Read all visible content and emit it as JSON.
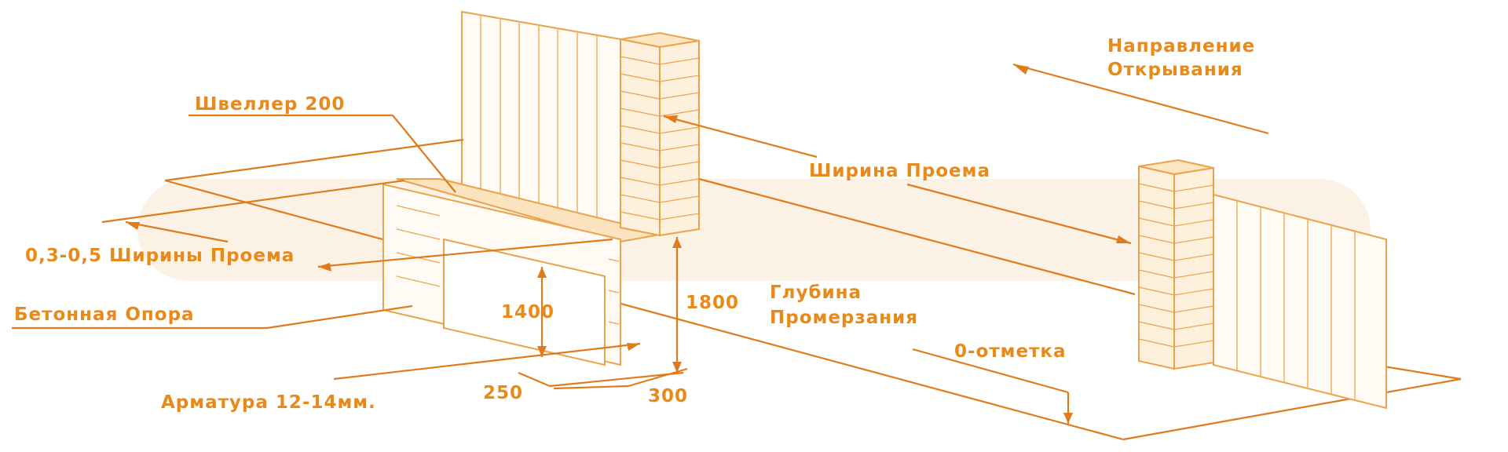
{
  "labels": {
    "channel": "Швеллер 200",
    "direction_line1": "Направление",
    "direction_line2": "Открывания",
    "opening_width": "Ширина Проема",
    "ratio": "0,3-0,5 Ширины Проема",
    "concrete_support": "Бетонная Опора",
    "dim_1400": "1400",
    "dim_1800": "1800",
    "freeze_line1": "Глубина",
    "freeze_line2": "Промерзания",
    "zero_mark": "0-отметка",
    "rebar": "Арматура 12-14мм.",
    "dim_250": "250",
    "dim_300": "300"
  },
  "colors": {
    "label": "#e88a1a",
    "line": "#e07b1b",
    "outline": "#e9a34a"
  }
}
